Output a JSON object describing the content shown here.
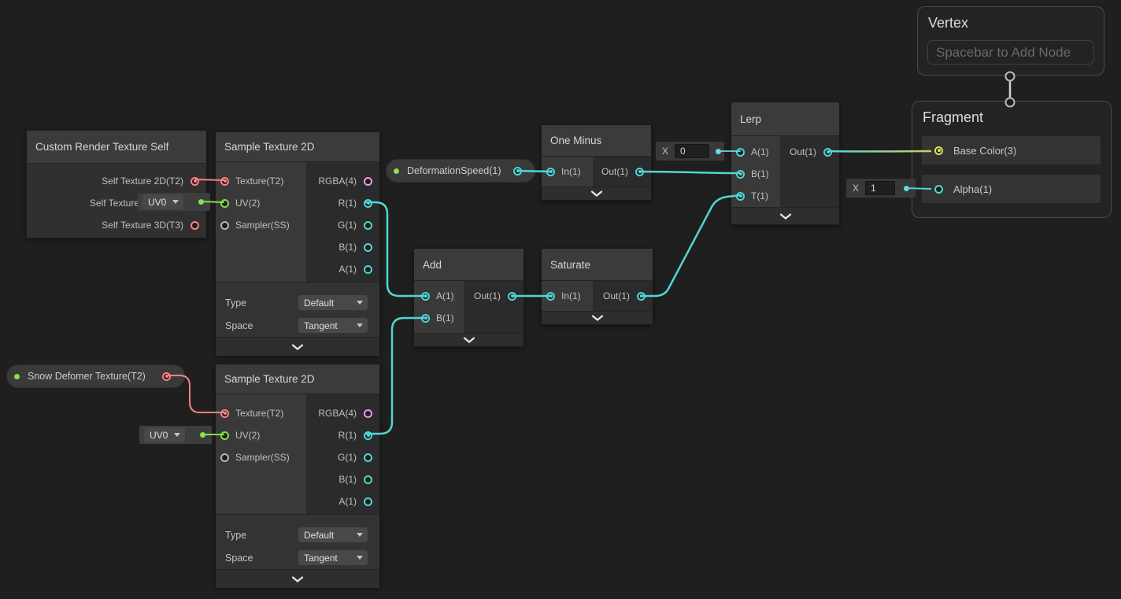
{
  "colors": {
    "canvas_bg": "#1f1f1f",
    "node_bg": "#2b2b2b",
    "node_header": "#3b3b3b",
    "input_section": "#393939",
    "controls_bg": "#333333",
    "port_cyan": "#4fd6d6",
    "port_red": "#fd8181",
    "port_green": "#7fe04b",
    "port_yellow": "#e3e35f",
    "port_pink": "#e79ae7",
    "port_gray": "#b5b5b5",
    "edge_cyan": "#52d5d5",
    "edge_red": "#fd8181",
    "edge_green": "#7fe04b",
    "edge_gradient_end": "#c9cf62",
    "connector_gray": "#d0d0d0"
  },
  "nodes": {
    "custom_render": {
      "title": "Custom Render Texture Self",
      "outputs": [
        "Self Texture 2D(T2)",
        "Self Texture Cube(TC)",
        "Self Texture 3D(T3)"
      ]
    },
    "sample1": {
      "title": "Sample Texture 2D",
      "inputs": [
        "Texture(T2)",
        "UV(2)",
        "Sampler(SS)"
      ],
      "outputs": [
        "RGBA(4)",
        "R(1)",
        "G(1)",
        "B(1)",
        "A(1)"
      ],
      "controls": {
        "type_label": "Type",
        "type_value": "Default",
        "space_label": "Space",
        "space_value": "Tangent"
      }
    },
    "sample2": {
      "title": "Sample Texture 2D",
      "inputs": [
        "Texture(T2)",
        "UV(2)",
        "Sampler(SS)"
      ],
      "outputs": [
        "RGBA(4)",
        "R(1)",
        "G(1)",
        "B(1)",
        "A(1)"
      ],
      "controls": {
        "type_label": "Type",
        "type_value": "Default",
        "space_label": "Space",
        "space_value": "Tangent"
      }
    },
    "one_minus": {
      "title": "One Minus",
      "in": "In(1)",
      "out": "Out(1)"
    },
    "add": {
      "title": "Add",
      "a": "A(1)",
      "b": "B(1)",
      "out": "Out(1)"
    },
    "saturate": {
      "title": "Saturate",
      "in": "In(1)",
      "out": "Out(1)"
    },
    "lerp": {
      "title": "Lerp",
      "a": "A(1)",
      "b": "B(1)",
      "t": "T(1)",
      "out": "Out(1)"
    },
    "vertex": {
      "title": "Vertex",
      "placeholder": "Spacebar to Add Node"
    },
    "fragment": {
      "title": "Fragment",
      "base_color": "Base Color(3)",
      "alpha": "Alpha(1)"
    }
  },
  "properties": {
    "deformation_speed": {
      "label": "DeformationSpeed(1)"
    },
    "snow_defomer": {
      "label": "Snow Defomer Texture(T2)"
    }
  },
  "widgets": {
    "uv0_top": {
      "value": "UV0"
    },
    "uv0_bottom": {
      "value": "UV0"
    },
    "lerp_a_default": {
      "label": "X",
      "value": "0"
    },
    "alpha_default": {
      "label": "X",
      "value": "1"
    }
  },
  "connections": [
    {
      "from": "Custom Render Texture Self / Self Texture 2D(T2)",
      "to": "Sample Texture 2D (top) / Texture(T2)",
      "color": "#fd8181"
    },
    {
      "from": "UV0 default widget (top)",
      "to": "Sample Texture 2D (top) / UV(2)",
      "color": "#7fe04b"
    },
    {
      "from": "Snow Defomer Texture(T2)",
      "to": "Sample Texture 2D (bottom) / Texture(T2)",
      "color": "#fd8181"
    },
    {
      "from": "UV0 default widget (bottom)",
      "to": "Sample Texture 2D (bottom) / UV(2)",
      "color": "#7fe04b"
    },
    {
      "from": "Sample Texture 2D (top) / R(1)",
      "to": "Add / A(1)",
      "color": "#52d5d5"
    },
    {
      "from": "Sample Texture 2D (bottom) / R(1)",
      "to": "Add / B(1)",
      "color": "#52d5d5"
    },
    {
      "from": "Add / Out(1)",
      "to": "Saturate / In(1)",
      "color": "#52d5d5"
    },
    {
      "from": "DeformationSpeed(1)",
      "to": "One Minus / In(1)",
      "color": "#52d5d5"
    },
    {
      "from": "One Minus / Out(1)",
      "to": "Lerp / B(1)",
      "color": "#52d5d5"
    },
    {
      "from": "Saturate / Out(1)",
      "to": "Lerp / T(1)",
      "color": "#52d5d5"
    },
    {
      "from": "X 0 default widget",
      "to": "Lerp / A(1)",
      "color": "#52d5d5"
    },
    {
      "from": "Lerp / Out(1)",
      "to": "Fragment / Base Color(3)",
      "color": "#52d5d5 to #c9cf62"
    },
    {
      "from": "X 1 default widget",
      "to": "Fragment / Alpha(1)",
      "color": "#52d5d5"
    },
    {
      "from": "Vertex",
      "to": "Fragment",
      "color": "#d0d0d0"
    }
  ]
}
